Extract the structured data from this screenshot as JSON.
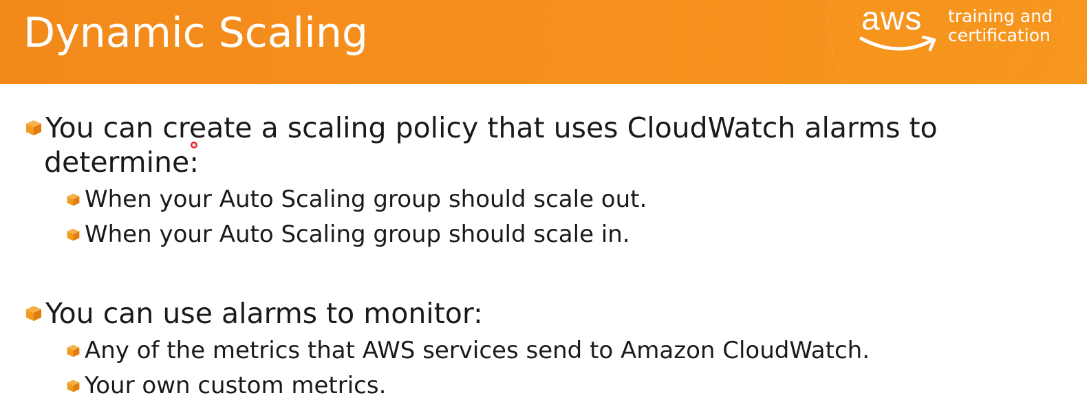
{
  "slide": {
    "title": "Dynamic Scaling",
    "logo": {
      "wordmark": "aws",
      "tagline_line1": "training and",
      "tagline_line2": "certification"
    },
    "bullets": [
      {
        "line1": "You can create a scaling policy that uses CloudWatch alarms to",
        "line2": "determine:",
        "sub": [
          "When your Auto Scaling group should scale out.",
          "When your Auto Scaling group should scale in."
        ]
      },
      {
        "line1": "You can use alarms to monitor:",
        "sub": [
          "Any of the metrics that AWS services send to Amazon CloudWatch.",
          "Your own custom metrics."
        ]
      }
    ]
  },
  "colors": {
    "header_orange": "#f5901c",
    "bullet_cube_orange": "#f29c1f",
    "text": "#1a1a1a",
    "pointer_red": "#e8222b"
  },
  "icons": {
    "bullet": "orange-cube-icon",
    "logo_smile": "aws-smile-arrow-icon",
    "pointer": "red-pointer-dot"
  }
}
